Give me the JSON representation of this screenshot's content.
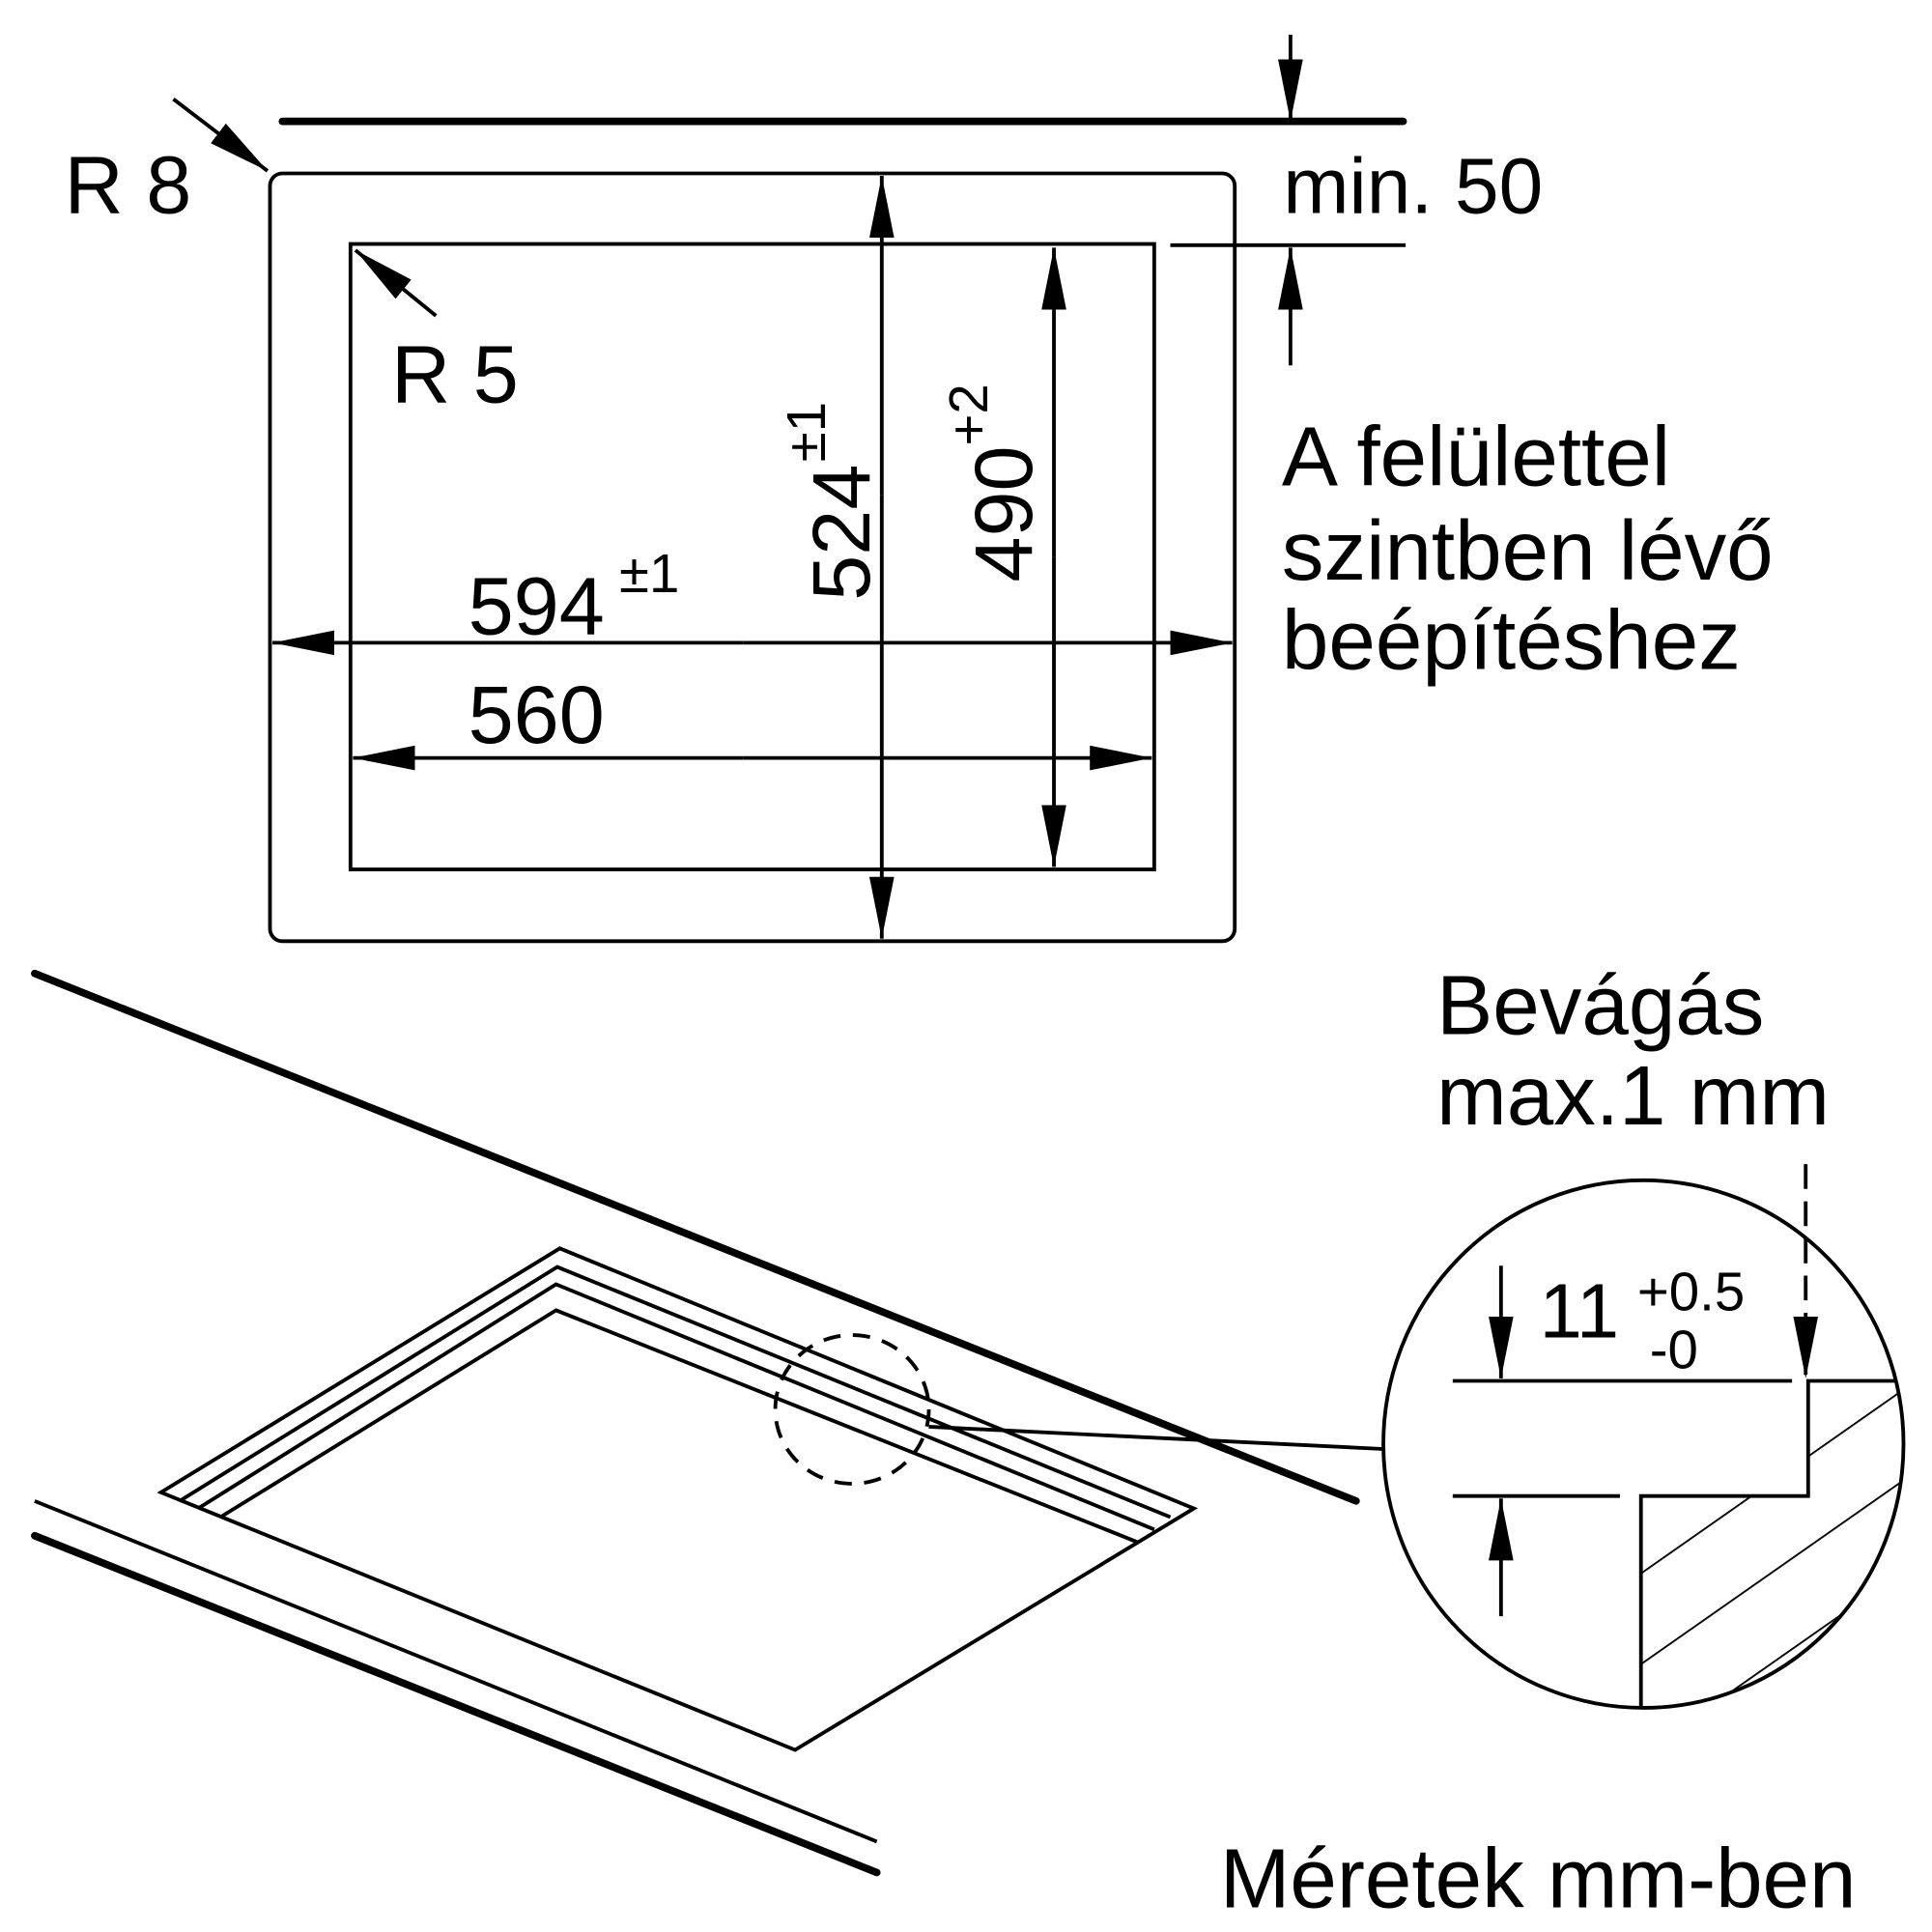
{
  "labels": {
    "r8": "R 8",
    "r5": "R 5",
    "min50": "min. 50",
    "dim_594": "594",
    "dim_594_tol": "±1",
    "dim_560": "560",
    "dim_524": "524",
    "dim_524_tol": "±1",
    "dim_490": "490",
    "dim_490_tol": "+2",
    "flush_line1": "A felülettel",
    "flush_line2": "szintben lévő",
    "flush_line3": "beépítéshez",
    "notch_line1": "Bevágás",
    "notch_line2": "max.1 mm",
    "depth": "11",
    "depth_tol_plus": "+0.5",
    "depth_tol_minus": "-0",
    "units": "Méretek mm-ben"
  },
  "colors": {
    "line": "#000000",
    "background": "#ffffff"
  }
}
